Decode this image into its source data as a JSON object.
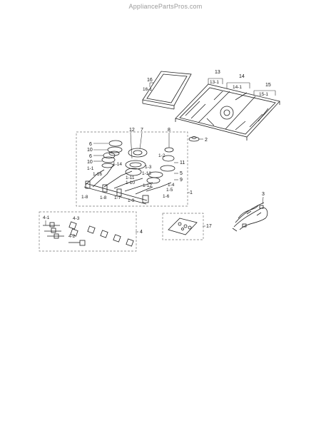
{
  "watermark": "AppliancePartsPros.com",
  "callouts": {
    "c16": "16",
    "c16_1": "16-1",
    "c13": "13",
    "c13_1": "13-1",
    "c14": "14",
    "c14_1": "14-1",
    "c15": "15",
    "c15_1": "15-1",
    "c2": "2",
    "c12": "12",
    "c7": "7",
    "c8": "8",
    "c6a": "6",
    "c10a": "10",
    "c6b": "6",
    "c10b": "10",
    "c1_2": "1-2",
    "c11": "11",
    "c1_14": "1-14",
    "c1_3": "1-3",
    "c1_1": "1-1",
    "c1_16": "1-16",
    "c1_13": "1-13",
    "c5": "5",
    "c9": "9",
    "c1_11": "1-11",
    "c1_10": "1-10",
    "c1_12": "1-12",
    "c1_4": "1-4",
    "c1_5": "1-5",
    "c1": "1",
    "c1_6": "1-6",
    "c1_8a": "1-8",
    "c1_8b": "1-8",
    "c1_9": "1-9",
    "c1_7": "1-7",
    "c4_1": "4-1",
    "c4_3": "4-3",
    "c4_2": "4-2",
    "c4": "4",
    "c17": "17",
    "c3": "3"
  }
}
